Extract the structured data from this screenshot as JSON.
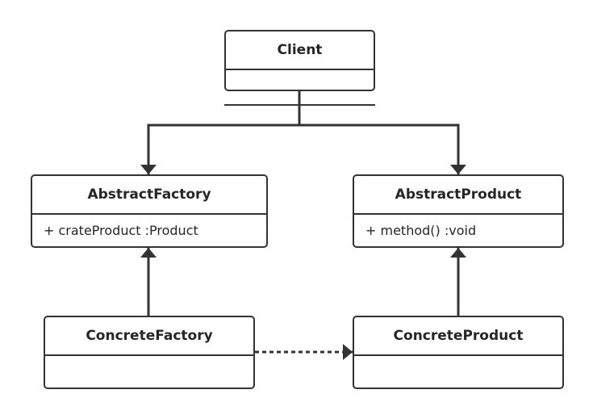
{
  "diagram": {
    "client": {
      "name": "Client"
    },
    "abstract_factory": {
      "name": "AbstractFactory",
      "members": [
        "+ crateProduct :Product"
      ]
    },
    "abstract_product": {
      "name": "AbstractProduct",
      "members": [
        "+ method() :void"
      ]
    },
    "concrete_factory": {
      "name": "ConcreteFactory"
    },
    "concrete_product": {
      "name": "ConcreteProduct"
    }
  },
  "colors": {
    "line": "#333333",
    "text": "#262626",
    "background": "#ffffff"
  }
}
